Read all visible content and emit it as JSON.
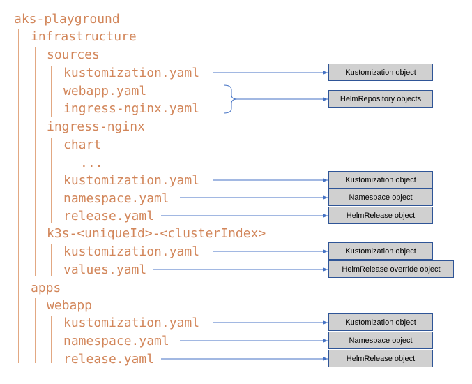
{
  "tree": [
    {
      "id": "aks-playground",
      "label": "aks-playground"
    },
    {
      "id": "infrastructure",
      "label": "infrastructure"
    },
    {
      "id": "sources",
      "label": "sources"
    },
    {
      "id": "sources-kustomization",
      "label": "kustomization.yaml"
    },
    {
      "id": "sources-webapp",
      "label": "webapp.yaml"
    },
    {
      "id": "sources-ingress-nginx",
      "label": "ingress-nginx.yaml"
    },
    {
      "id": "ingress-nginx",
      "label": "ingress-nginx"
    },
    {
      "id": "chart",
      "label": "chart"
    },
    {
      "id": "chart-ellipsis",
      "label": "..."
    },
    {
      "id": "ingress-kustomization",
      "label": "kustomization.yaml"
    },
    {
      "id": "ingress-namespace",
      "label": "namespace.yaml"
    },
    {
      "id": "ingress-release",
      "label": "release.yaml"
    },
    {
      "id": "k3s-cluster",
      "label": "k3s-<uniqueId>-<clusterIndex>"
    },
    {
      "id": "k3s-kustomization",
      "label": "kustomization.yaml"
    },
    {
      "id": "k3s-values",
      "label": "values.yaml"
    },
    {
      "id": "apps",
      "label": "apps"
    },
    {
      "id": "webapp",
      "label": "webapp"
    },
    {
      "id": "webapp-kustomization",
      "label": "kustomization.yaml"
    },
    {
      "id": "webapp-namespace",
      "label": "namespace.yaml"
    },
    {
      "id": "webapp-release",
      "label": "release.yaml"
    }
  ],
  "boxes": [
    {
      "id": "sources-kustomization-object",
      "label": "Kustomization object"
    },
    {
      "id": "helmrepository-objects",
      "label": "HelmRepository objects"
    },
    {
      "id": "ingress-kustomization-object",
      "label": "Kustomization object"
    },
    {
      "id": "ingress-namespace-object",
      "label": "Namespace object"
    },
    {
      "id": "ingress-helmrelease-object",
      "label": "HelmRelease object"
    },
    {
      "id": "k3s-kustomization-object",
      "label": "Kustomization object"
    },
    {
      "id": "k3s-helmrelease-override-object",
      "label": "HelmRelease override object"
    },
    {
      "id": "webapp-kustomization-object",
      "label": "Kustomization object"
    },
    {
      "id": "webapp-namespace-object",
      "label": "Namespace object"
    },
    {
      "id": "webapp-helmrelease-object",
      "label": "HelmRelease object"
    }
  ]
}
